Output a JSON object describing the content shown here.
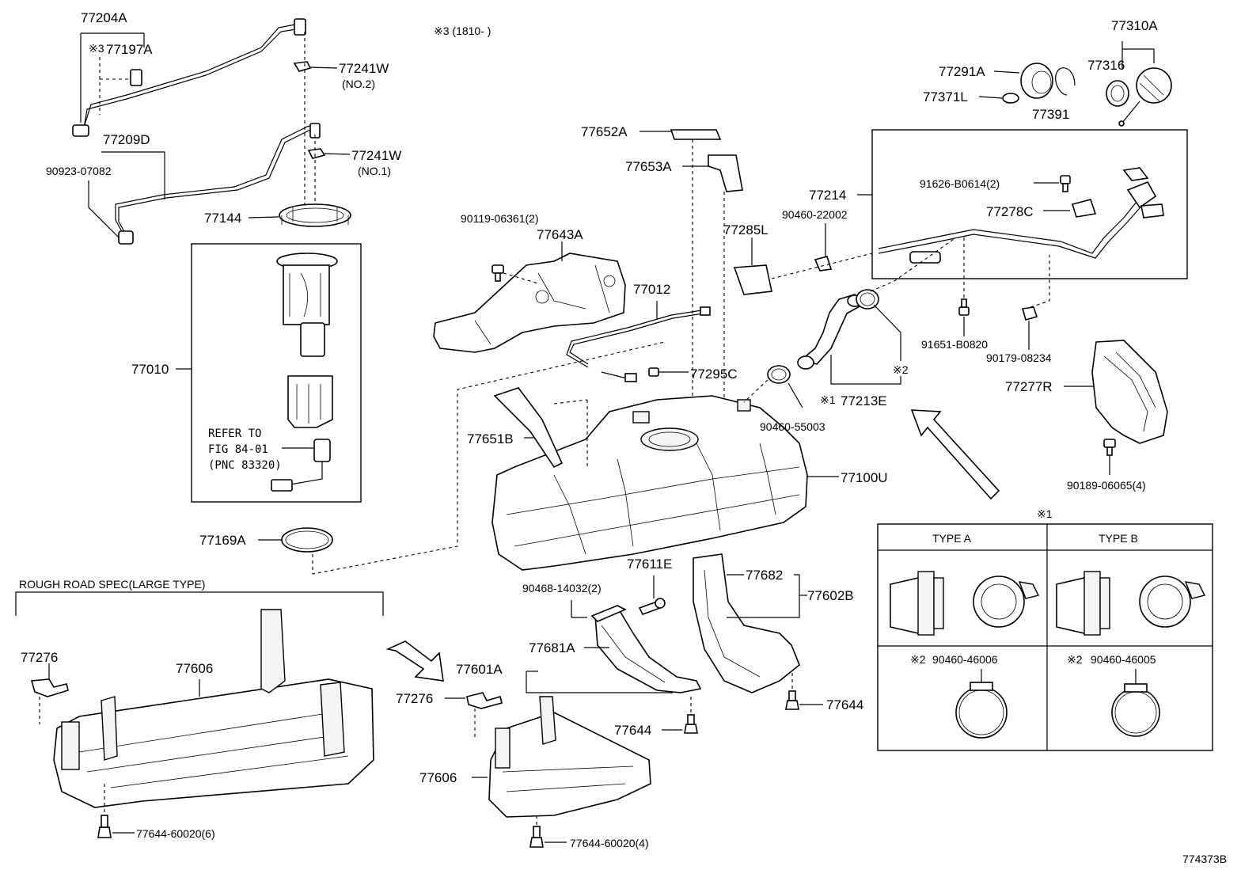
{
  "labels": {
    "p77204A": "77204A",
    "p77197A": "77197A",
    "p77197A_mark": "※3",
    "mark3_range": "※3 (1810-      )",
    "p77241W_2": "77241W",
    "p77241W_2_sub": "(NO.2)",
    "p77209D": "77209D",
    "p90923": "90923-07082",
    "p77241W_1": "77241W",
    "p77241W_1_sub": "(NO.1)",
    "p77144": "77144",
    "p77010": "77010",
    "refer1": "REFER TO",
    "refer2": "FIG 84-01",
    "refer3": "(PNC 83320)",
    "p77169A": "77169A",
    "rough_road": "ROUGH ROAD SPEC(LARGE TYPE)",
    "p77276_left": "77276",
    "p77606_left": "77606",
    "p77644_60020_6": "77644-60020(6)",
    "p77652A": "77652A",
    "p77653A": "77653A",
    "p90119": "90119-06361(2)",
    "p77643A": "77643A",
    "p77285L": "77285L",
    "p77012": "77012",
    "p77295C": "77295C",
    "p77651B": "77651B",
    "p77100U": "77100U",
    "p77611E": "77611E",
    "p90468": "90468-14032(2)",
    "p77681A": "77681A",
    "p77601A": "77601A",
    "p77276_mid": "77276",
    "p77606_mid": "77606",
    "p77644_mid": "77644",
    "p77644_60020_4": "77644-60020(4)",
    "p77682": "77682",
    "p77602B": "77602B",
    "p77644_right": "77644",
    "p77214": "77214",
    "p90460_22002": "90460-22002",
    "p91626": "91626-B0614(2)",
    "p77278C": "77278C",
    "p91651": "91651-B0820",
    "p90179": "90179-08234",
    "p77213E": "77213E",
    "mark1_77213E": "※1",
    "mark2": "※2",
    "p90460_55003": "90460-55003",
    "p77277R": "77277R",
    "p90189": "90189-06065(4)",
    "p77310A": "77310A",
    "p77316": "77316",
    "p77291A": "77291A",
    "p77371L": "77371L",
    "p77391": "77391",
    "inset_mark": "※1",
    "type_a": "TYPE  A",
    "type_b": "TYPE  B",
    "clamp_a_mark": "※2",
    "clamp_a": "90460-46006",
    "clamp_b_mark": "※2",
    "clamp_b": "90460-46005",
    "figure_no": "774373B"
  }
}
